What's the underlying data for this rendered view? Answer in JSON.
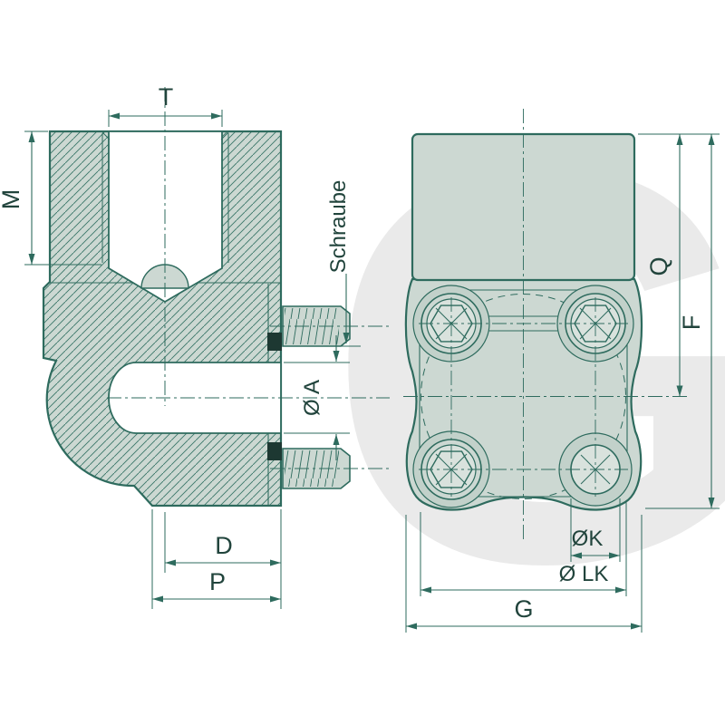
{
  "page": {
    "background": "#ffffff"
  },
  "watermark": {
    "letter": "G",
    "color": "#eaeaea"
  },
  "colors": {
    "line": "#2e6b5e",
    "hatch_line": "#3a7568",
    "text": "#21443c",
    "fill_light": "#ccd8d2",
    "fill_boss": "#c2d1ca",
    "fill_bright": "#d9e2dd",
    "seal_dark": "#1d3832",
    "background": "#ffffff"
  },
  "views": {
    "section": {
      "labels": {
        "t": "T",
        "m": "M",
        "schraube": "Schraube",
        "oa": "Ø A",
        "d": "D",
        "p": "P"
      }
    },
    "front": {
      "labels": {
        "q": "Q",
        "f": "F",
        "ok": "ØK",
        "olk": "Ø LK",
        "g": "G"
      }
    }
  }
}
